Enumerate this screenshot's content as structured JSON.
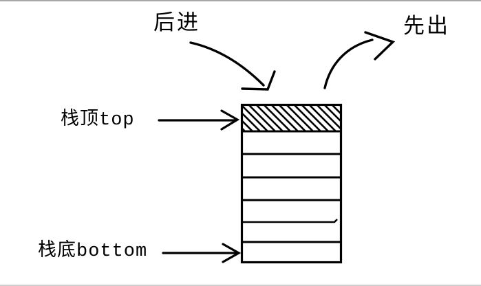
{
  "diagram": {
    "title_implied": "stack LIFO diagram",
    "labels": {
      "push": "后进",
      "pop": "先出",
      "top_pointer": "栈顶top",
      "bottom_pointer": "栈底bottom"
    },
    "stack": {
      "cell_count": 7,
      "hatched_cell_index": 0,
      "hatch_style": "diagonal-backslash"
    },
    "colors": {
      "ink": "#000000",
      "background": "#ffffff",
      "frame_top_line": "#a8a8a8",
      "frame_bottom_line": "#cfcfcf"
    }
  }
}
